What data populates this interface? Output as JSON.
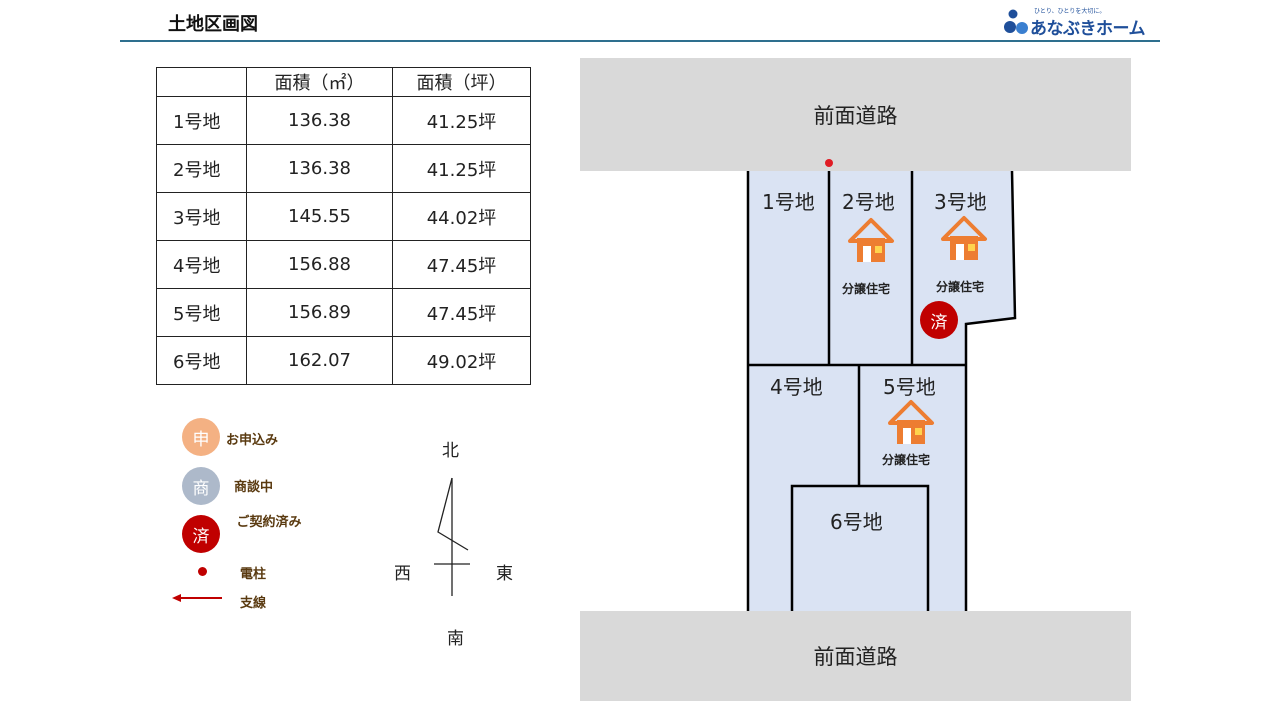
{
  "header": {
    "title": "土地区画図",
    "brand_tagline": "ひとり、ひとりを大切に。",
    "brand_name": "あなぶきホーム"
  },
  "area_table": {
    "headers": [
      "",
      "面積（㎡）",
      "面積（坪）"
    ],
    "rows": [
      {
        "lot": "1号地",
        "sqm": "136.38",
        "tsubo": "41.25坪"
      },
      {
        "lot": "2号地",
        "sqm": "136.38",
        "tsubo": "41.25坪"
      },
      {
        "lot": "3号地",
        "sqm": "145.55",
        "tsubo": "44.02坪"
      },
      {
        "lot": "4号地",
        "sqm": "156.88",
        "tsubo": "47.45坪"
      },
      {
        "lot": "5号地",
        "sqm": "156.89",
        "tsubo": "47.45坪"
      },
      {
        "lot": "6号地",
        "sqm": "162.07",
        "tsubo": "49.02坪"
      }
    ]
  },
  "legend": {
    "applied": {
      "symbol": "申",
      "label": "お申込み",
      "color": "#f4b183"
    },
    "negotiating": {
      "symbol": "商",
      "label": "商談中",
      "color": "#adb9ca"
    },
    "contracted": {
      "symbol": "済",
      "label": "ご契約済み",
      "color": "#c00000"
    },
    "pole": {
      "label": "電柱",
      "color": "#c00000"
    },
    "guy_wire": {
      "label": "支線",
      "color": "#c00000"
    }
  },
  "compass": {
    "north": "北",
    "south": "南",
    "east": "東",
    "west": "西"
  },
  "site_map": {
    "road_top": "前面道路",
    "road_bottom": "前面道路",
    "lot_fill": "#dae3f3",
    "road_fill": "#d9d9d9",
    "lots": [
      "1号地",
      "2号地",
      "3号地",
      "4号地",
      "5号地",
      "6号地"
    ],
    "house_label": "分譲住宅",
    "sold_symbol": "済"
  }
}
